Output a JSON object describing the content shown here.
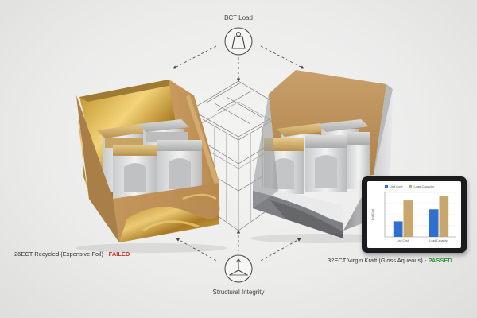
{
  "labels": {
    "top": "BCT Load",
    "bottom": "Structural Integrity"
  },
  "captions": {
    "left_main": "26ECT Recycled (Expensive Foil) - ",
    "left_status": "FAILED",
    "right_main": "32ECT Virgin Kraft (Gloss Aqueous) - ",
    "right_status": "PASSED"
  },
  "icons": {
    "top": "weight-icon",
    "bottom": "arrows-3d-icon"
  },
  "colors": {
    "fail": "#c8332b",
    "pass": "#2a9a3a",
    "series_unit_cost": "#2f6fd0",
    "series_load_capacity": "#c9a66b"
  },
  "chart_data": {
    "type": "bar",
    "categories": [
      "Unit Cost",
      "Load Capacity"
    ],
    "series": [
      {
        "name": "Unit Cost",
        "values": [
          35,
          62
        ]
      },
      {
        "name": "Load Capacity",
        "values": [
          82,
          92
        ]
      }
    ],
    "ylabel": "Unit Cost",
    "ylim": [
      0,
      100
    ],
    "legend": "top",
    "grid": true
  }
}
